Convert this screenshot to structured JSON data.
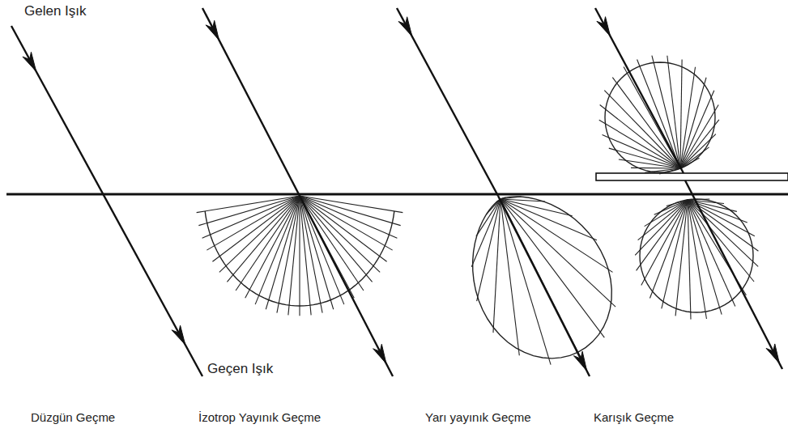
{
  "diagram": {
    "labels": [
      "Gelen Işık",
      "Geçen Işık",
      "Düzgün Geçme",
      "İzotrop Yayınık Geçme",
      "Yarı yayınık Geçme",
      "Karışık Geçme"
    ]
  }
}
